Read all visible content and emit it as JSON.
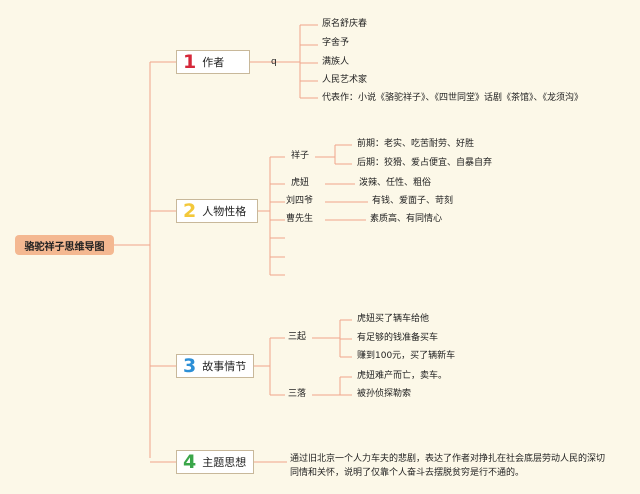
{
  "title": "骆驼祥子思维导图",
  "branches": [
    {
      "num": "1",
      "label": "作者",
      "color": "#d5283a"
    },
    {
      "num": "2",
      "label": "人物性格",
      "color": "#f3c83a"
    },
    {
      "num": "3",
      "label": "故事情节",
      "color": "#2c8fd6"
    },
    {
      "num": "4",
      "label": "主题思想",
      "color": "#3aa64a"
    }
  ],
  "author": {
    "stray": "q",
    "items": [
      "原名舒庆春",
      "字舍予",
      "满族人",
      "人民艺术家",
      "代表作：小说《骆驼祥子》、《四世同堂》话剧《茶馆》、《龙须沟》"
    ]
  },
  "characters": {
    "xiangzi": {
      "name": "祥子",
      "early": "前期：老实、吃苦耐劳、好胜",
      "late": "后期：狡猾、爱占便宜、自暴自弃"
    },
    "huniu": {
      "name": "虎妞",
      "traits": "泼辣、任性、粗俗"
    },
    "liusiye": {
      "name": "刘四爷",
      "traits": "有钱、爱面子、苛刻"
    },
    "caoxiansheng": {
      "name": "曹先生",
      "traits": "素质高、有同情心"
    }
  },
  "plot": {
    "rise": {
      "label": "三起",
      "items": [
        "虎妞买了辆车给他",
        "有足够的钱准备买车",
        "赚到100元，买了辆新车"
      ]
    },
    "fall": {
      "label": "三落",
      "items": [
        "虎妞难产而亡，卖车。",
        "被孙侦探勒索"
      ]
    }
  },
  "theme": "通过旧北京一个人力车夫的悲剧，表达了作者对挣扎在社会底层劳动人民的深切同情和关怀，说明了仅靠个人奋斗去摆脱贫穷是行不通的。"
}
